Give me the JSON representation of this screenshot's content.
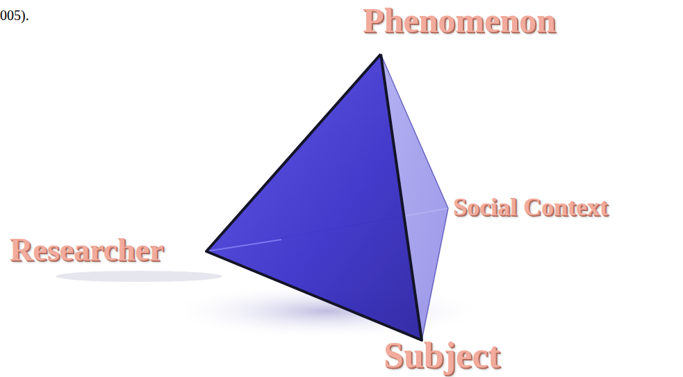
{
  "diagram": {
    "labels": [
      "005).",
      "Phenomenon",
      "Social Context",
      "Researcher",
      "Subject"
    ]
  }
}
